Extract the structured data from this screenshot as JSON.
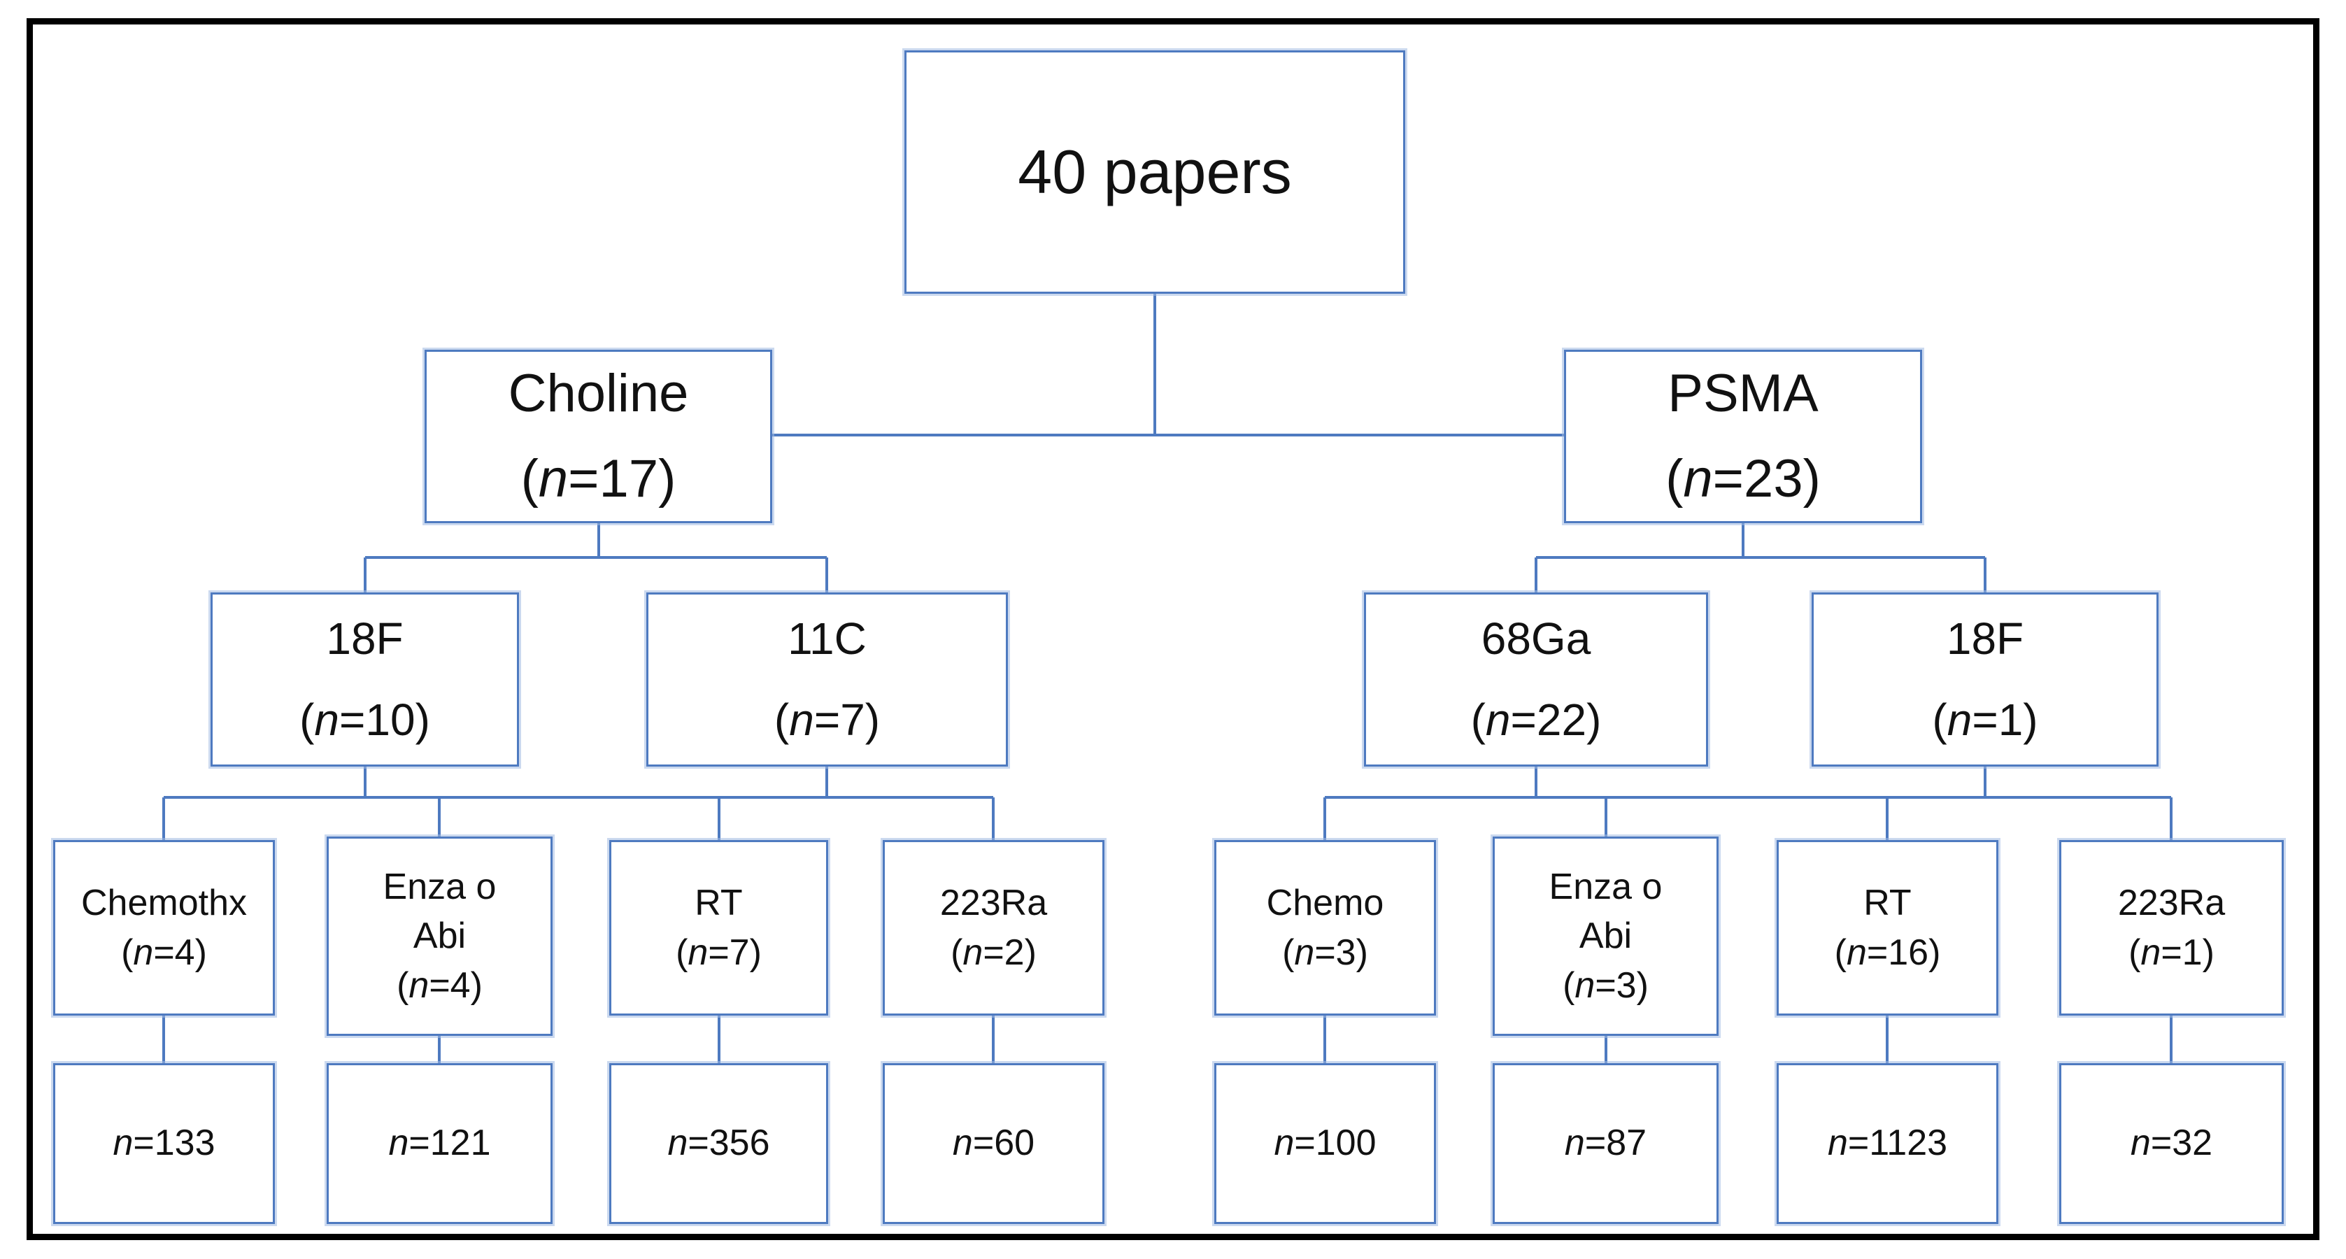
{
  "figure": {
    "kind": "flow-diagram",
    "colors": {
      "box_border": "#4E7AC0",
      "connector": "#4E7AC0",
      "frame": "#000000",
      "text": "#111111",
      "background": "#FFFFFF"
    }
  },
  "nodes": [
    {
      "id": "root",
      "text_lines": [
        "40 papers"
      ],
      "parents": null
    },
    {
      "id": "choline",
      "text_lines": [
        "Choline"
      ],
      "count": "(n=17)",
      "parents": [
        "root"
      ]
    },
    {
      "id": "psma",
      "text_lines": [
        "PSMA"
      ],
      "count": "(n=23)",
      "parents": [
        "root"
      ]
    },
    {
      "id": "f18-choline",
      "text_lines": [
        "18F"
      ],
      "count": "(n=10)",
      "parents": [
        "choline"
      ]
    },
    {
      "id": "c11-choline",
      "text_lines": [
        "11C"
      ],
      "count": "(n=7)",
      "parents": [
        "choline"
      ]
    },
    {
      "id": "ga68-psma",
      "text_lines": [
        "68Ga"
      ],
      "count": "(n=22)",
      "parents": [
        "psma"
      ]
    },
    {
      "id": "f18-psma",
      "text_lines": [
        "18F"
      ],
      "count": "(n=1)",
      "parents": [
        "psma"
      ]
    },
    {
      "id": "chemothx",
      "text_lines": [
        "Chemothx"
      ],
      "count": "(n=4)",
      "parents": [
        "f18-choline",
        "c11-choline"
      ]
    },
    {
      "id": "enza-abi-choline",
      "text_lines": [
        "Enza o",
        "Abi"
      ],
      "count": "(n=4)",
      "parents": [
        "f18-choline",
        "c11-choline"
      ]
    },
    {
      "id": "rt-choline",
      "text_lines": [
        "RT"
      ],
      "count": "(n=7)",
      "parents": [
        "f18-choline",
        "c11-choline"
      ]
    },
    {
      "id": "ra223-choline",
      "text_lines": [
        "223Ra"
      ],
      "count": "(n=2)",
      "parents": [
        "f18-choline",
        "c11-choline"
      ]
    },
    {
      "id": "chemo-psma",
      "text_lines": [
        "Chemo"
      ],
      "count": "(n=3)",
      "parents": [
        "ga68-psma",
        "f18-psma"
      ]
    },
    {
      "id": "enza-abi-psma",
      "text_lines": [
        "Enza o",
        "Abi"
      ],
      "count": "(n=3)",
      "parents": [
        "ga68-psma",
        "f18-psma"
      ]
    },
    {
      "id": "rt-psma",
      "text_lines": [
        "RT"
      ],
      "count": "(n=16)",
      "parents": [
        "ga68-psma",
        "f18-psma"
      ]
    },
    {
      "id": "ra223-psma",
      "text_lines": [
        "223Ra"
      ],
      "count": "(n=1)",
      "parents": [
        "ga68-psma",
        "f18-psma"
      ]
    },
    {
      "id": "count-133",
      "count": "n=133",
      "parents": [
        "chemothx"
      ]
    },
    {
      "id": "count-121",
      "count": "n=121",
      "parents": [
        "enza-abi-choline"
      ]
    },
    {
      "id": "count-356",
      "count": "n=356",
      "parents": [
        "rt-choline"
      ]
    },
    {
      "id": "count-60",
      "count": "n=60",
      "parents": [
        "ra223-choline"
      ]
    },
    {
      "id": "count-100",
      "count": "n=100",
      "parents": [
        "chemo-psma"
      ]
    },
    {
      "id": "count-87",
      "count": "n=87",
      "parents": [
        "enza-abi-psma"
      ]
    },
    {
      "id": "count-1123",
      "count": "n=1123",
      "parents": [
        "rt-psma"
      ]
    },
    {
      "id": "count-32",
      "count": "n=32",
      "parents": [
        "ra223-psma"
      ]
    }
  ]
}
